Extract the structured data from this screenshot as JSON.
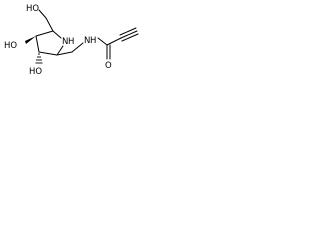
{
  "structure": {
    "atoms": {
      "ch2oh": "HO",
      "oh_left": "HO",
      "oh_bottom": "HO",
      "ring_nitrogen": "N",
      "ring_nitrogen_h": "H",
      "amide_nitrogen": "N",
      "amide_nitrogen_h": "H",
      "carbonyl_oxygen": "O"
    }
  }
}
